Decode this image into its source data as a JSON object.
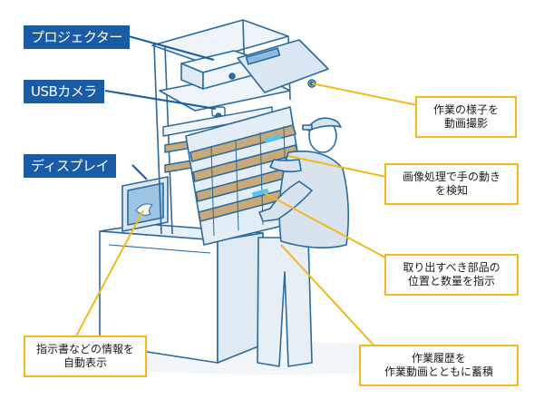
{
  "device_labels": {
    "projector": "プロジェクター",
    "usb_camera": "USBカメラ",
    "display": "ディスプレイ"
  },
  "callouts": {
    "record": [
      "作業の様子を",
      "動画撮影"
    ],
    "detect": [
      "画像処理で手の動き",
      "を検知"
    ],
    "indicate": [
      "取り出すべき部品の",
      "位置と数量を指示"
    ],
    "history": [
      "作業履歴を",
      "作業動画とともに蓄積"
    ],
    "instructions": [
      "指示書などの情報を",
      "自動表示"
    ]
  },
  "colors": {
    "label_fill": "#1a5ba6",
    "callout_border": "#f3b81d",
    "line_art": "#2a6a9e",
    "rack_fill": "#e3edf6",
    "bin_fill": "#c9a97a",
    "highlight": "#59c3ee"
  }
}
